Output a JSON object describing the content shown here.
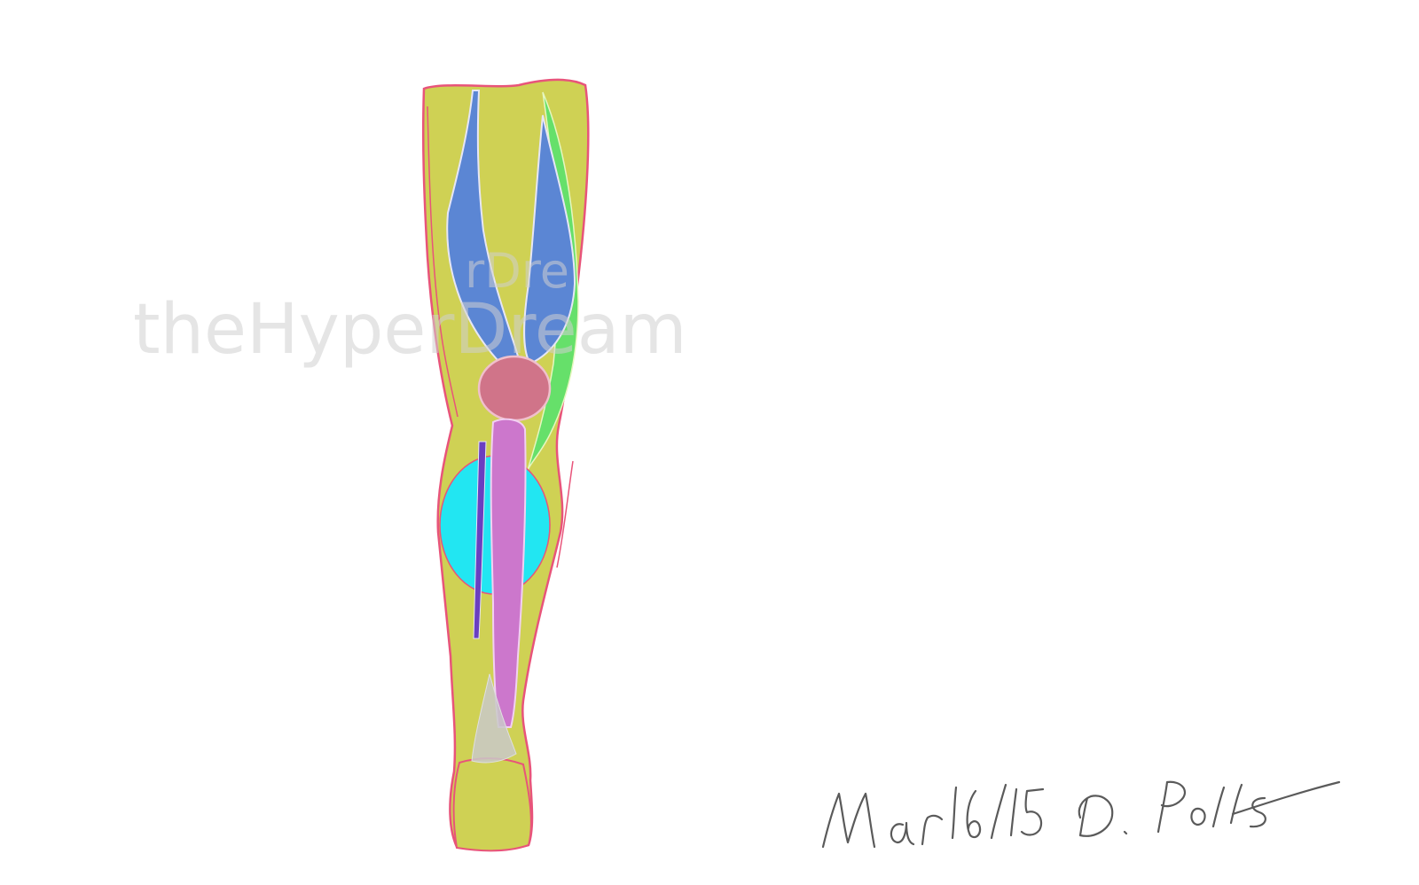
{
  "artwork": {
    "subject": "leg-anatomy-sketch",
    "background_color": "#ffffff",
    "colors": {
      "leg_base": "#cfd154",
      "outline": "#e8547a",
      "upper_muscles": "#5b86d4",
      "kneecap": "#d07489",
      "tibia": "#cc77cc",
      "calf_ball": "#22e6f2",
      "side_stripe": "#66e06a",
      "inner_dark": "#6a3fc0",
      "ankle_shadow": "#c9c9c9"
    }
  },
  "watermark": {
    "main": "theHyperDream",
    "overlap": "rDre",
    "color": "#cfcfcf"
  },
  "signature": {
    "date": "Mar 16/15",
    "author": "D. Potts",
    "ink_color": "#5a5a5a"
  }
}
